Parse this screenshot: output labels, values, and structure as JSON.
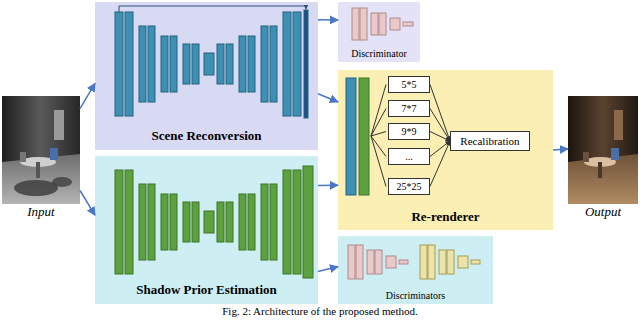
{
  "diagram": {
    "caption": "Fig. 2: Architecture of the proposed method.",
    "nodes": [
      {
        "text": [
          "Input"
        ]
      },
      {
        "text": [
          "Scene Reconversion"
        ]
      },
      {
        "text": [
          "Discriminator"
        ]
      },
      {
        "text": [
          "Re-renderer"
        ]
      },
      {
        "text": [
          "5*5"
        ],
        "in": 3
      },
      {
        "text": [
          "7*7"
        ],
        "in": 3
      },
      {
        "text": [
          "9*9"
        ],
        "in": 3
      },
      {
        "text": [
          "..."
        ],
        "in": 3
      },
      {
        "text": [
          "25*25"
        ],
        "in": 3
      },
      {
        "text": [
          "Recalibration"
        ],
        "in": 3
      },
      {
        "text": [
          "Shadow Prior Estimation"
        ]
      },
      {
        "text": [
          "Discriminators"
        ]
      },
      {
        "text": [
          "Output"
        ]
      }
    ],
    "edges": [
      {
        "from": 0,
        "to": 1,
        "arrow": "to"
      },
      {
        "from": 0,
        "to": 10,
        "arrow": "to"
      },
      {
        "from": 1,
        "to": 2,
        "arrow": "to"
      },
      {
        "from": 1,
        "to": 3,
        "arrow": "to"
      },
      {
        "from": 10,
        "to": 3,
        "arrow": "to"
      },
      {
        "from": 10,
        "to": 11,
        "arrow": "to"
      },
      {
        "from": 4,
        "to": 9,
        "arrow": "to"
      },
      {
        "from": 5,
        "to": 9,
        "arrow": "to"
      },
      {
        "from": 6,
        "to": 9,
        "arrow": "to"
      },
      {
        "from": 7,
        "to": 9,
        "arrow": "to"
      },
      {
        "from": 8,
        "to": 9,
        "arrow": "to"
      },
      {
        "from": 3,
        "to": 12,
        "arrow": "to"
      }
    ]
  }
}
